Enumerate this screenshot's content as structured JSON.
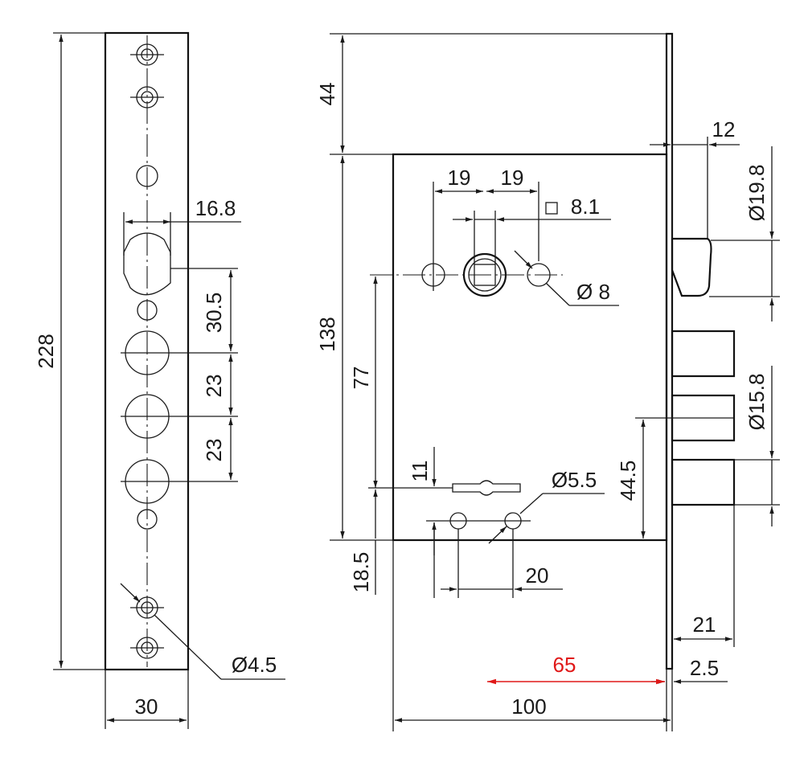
{
  "colors": {
    "ink": "#1a1a1a",
    "highlight": "#e01818",
    "background": "#ffffff"
  },
  "faceplate": {
    "height_label": "228",
    "width_label": "30",
    "cylinder_width_label": "16.8",
    "spacing_a_label": "30.5",
    "spacing_b_label": "23",
    "spacing_c_label": "23",
    "screw_dia_label": "Ø4.5"
  },
  "lock_body": {
    "top_offset_label": "44",
    "height_label": "138",
    "spindle_to_bottom_label": "77",
    "bottom_to_screw_label": "18.5",
    "hole_spacing_left_label": "19",
    "hole_spacing_right_label": "19",
    "spindle_square_label": "8.1",
    "pin_hole_label": "Ø 8",
    "key_hole_label": "Ø5.5",
    "key_spacing_label": "11",
    "key_hole_spacing_label": "20",
    "faceplate_thickness_label": "12",
    "latch_dia_label": "Ø19.8",
    "bolt_dia_label": "Ø15.8",
    "bolt_height_label": "44.5",
    "bolt_throw_label": "21",
    "plate_thickness_label": "2.5",
    "backset_label": "65",
    "body_width_label": "100"
  }
}
